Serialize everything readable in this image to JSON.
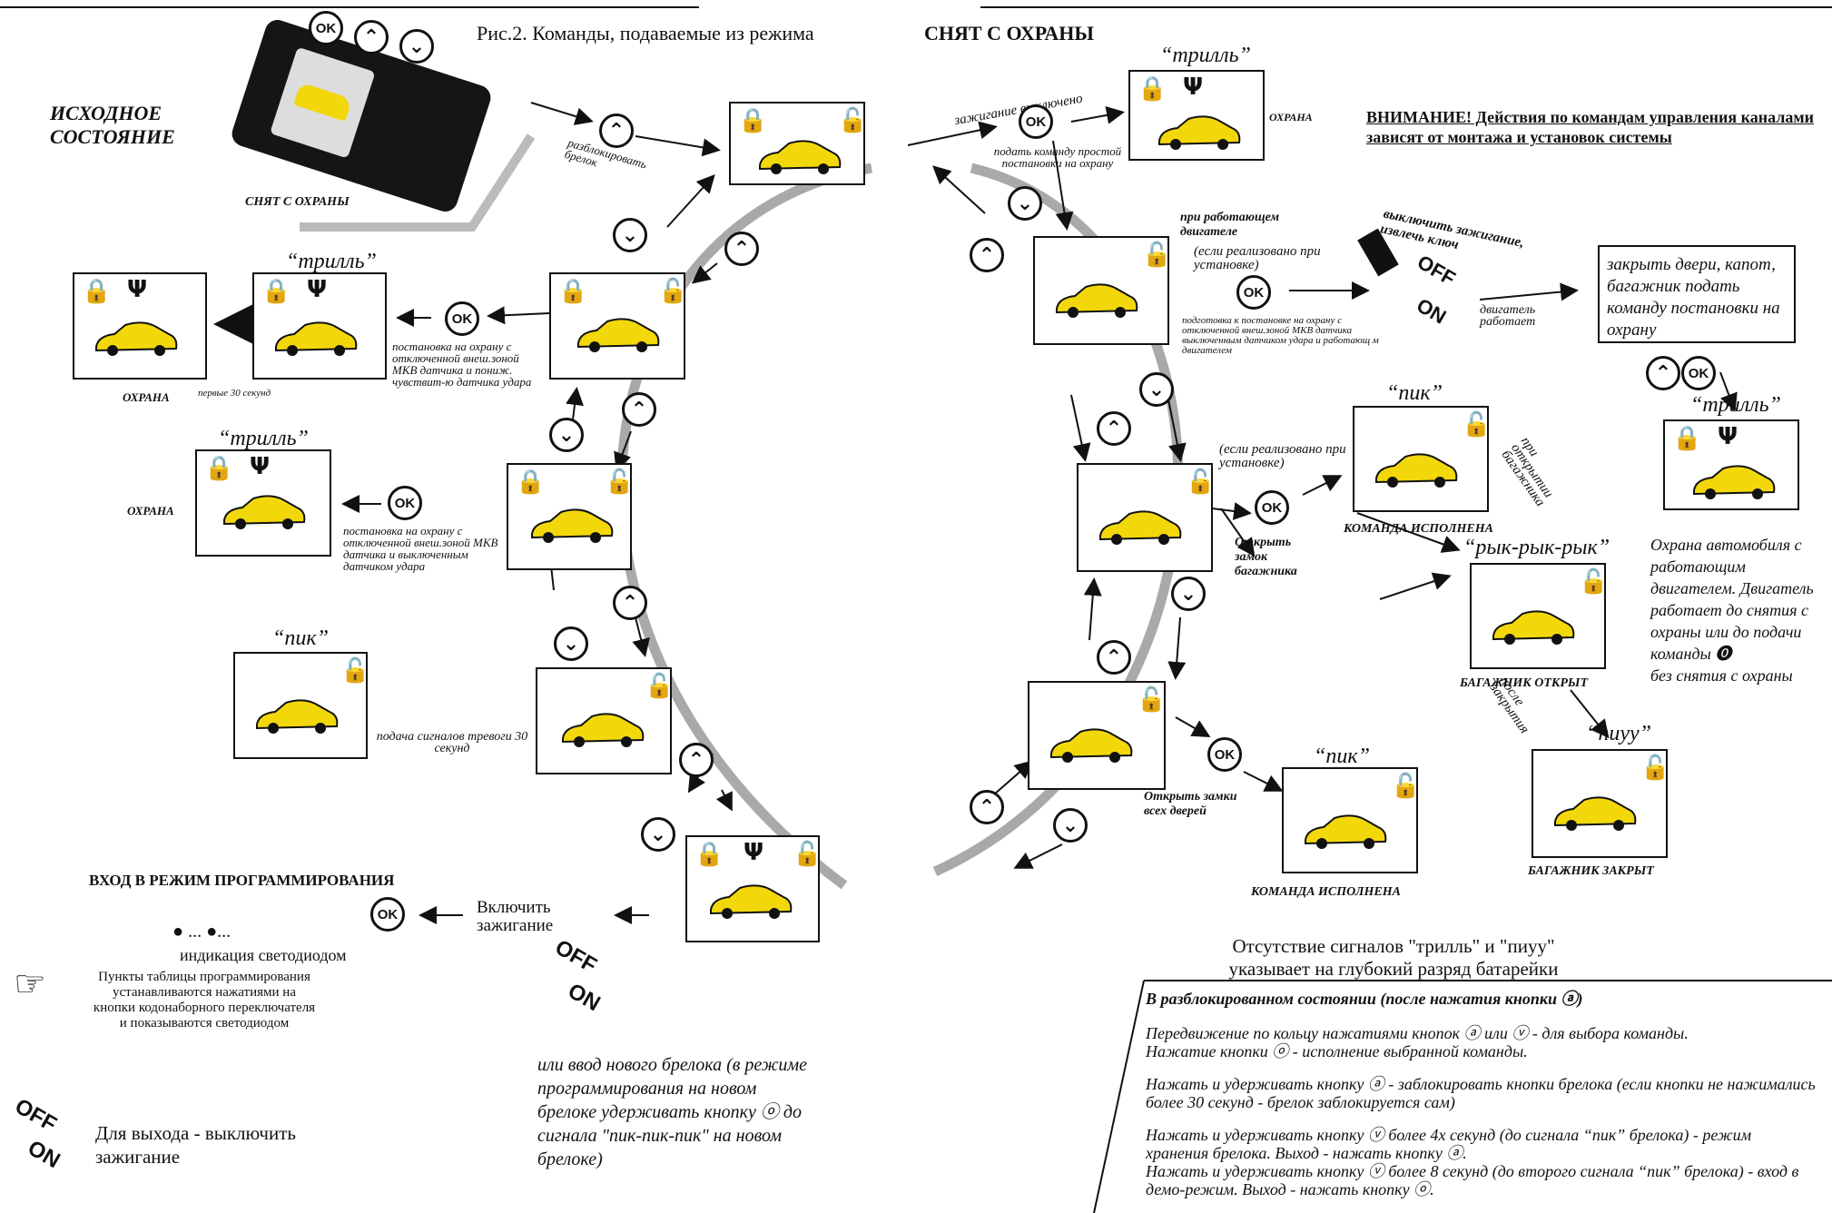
{
  "title": "Рис.2. Команды, подаваемые из режима",
  "title_right": "СНЯТ С ОХРАНЫ",
  "initial_state": "ИСХОДНОЕ СОСТОЯНИЕ",
  "fob_state": "СНЯТ С ОХРАНЫ",
  "warning": "ВНИМАНИЕ! Действия по командам управления каналами зависят от монтажа и установок системы",
  "signals": {
    "trill": "“трилль”",
    "pik": "“пик”",
    "ryk": "“рык-рык-рык”",
    "piuu": "“пиуу”"
  },
  "labels": {
    "unlock": "разблокировать брелок",
    "ign_off": "зажигание выключено",
    "simple_arm": "подать команду простой постановки на охрану",
    "engine_running": "при работающем двигателе",
    "if_impl": "(если реализовано при установке)",
    "prep_arm": "подготовка к постановке на охрану с отключенной внеш.зоной МКВ датчика выключенным датчиком удара и работающ м двигателем",
    "ign_off_key": "выключить зажигание, извлечь ключ",
    "engine_works": "двигатель работает",
    "close_doors": "закрыть двери, капот, багажник подать команду постановки на охрану",
    "guard_running": "Охрана автомобиля с работающим двигателем. Двигатель работает до снятия с охраны или до подачи команды",
    "without_disarm": "без снятия с охраны",
    "open_trunk": "Открыть замок багажника",
    "cmd_done": "КОМАНДА ИСПОЛНЕНА",
    "when_trunk_open": "при открытии багажника",
    "trunk_open": "БАГАЖНИК ОТКРЫТ",
    "after_close": "после закрытия",
    "trunk_closed": "БАГАЖНИК ЗАКРЫТ",
    "open_doors": "Открыть замки всех дверей",
    "guard": "ОХРАНА",
    "first30": "первые 30 секунд",
    "arm_reduced": "постановка на охрану с отключенной внеш.зоной МКВ датчика и пониж. чувствит-ю датчика удара",
    "arm_disabled": "постановка на охрану с отключенной внеш.зоной МКВ датчика и выключенным датчиком удара",
    "alarm30": "подача сигналов тревоги 30 секунд",
    "prog_mode": "ВХОД В РЕЖИМ ПРОГРАММИРОВАНИЯ",
    "ign_on": "Включить зажигание",
    "led_ind": "индикация светодиодом",
    "prog_items": "Пункты таблицы программирования устанавливаются нажатиями на кнопки кодонаборного переключателя и показываются светодиодом",
    "to_exit": "Для выхода - выключить зажигание",
    "new_fob": "или ввод нового брелока (в режиме программирования на новом брелоке удерживать кнопку",
    "new_fob2": "до сигнала \"пик-пик-пик\" на новом брелоке)",
    "no_signals": "Отсутствие сигналов \"трилль\" и \"пиуу\" указывает на глубокий разряд батарейки"
  },
  "notes": [
    "В разблокированном состоянии (после нажатия кнопки ⓐ)",
    "Передвижение по кольцу нажатиями кнопок ⓐ или ⓥ - для выбора команды.",
    "Нажатие кнопки ⓞ - исполнение выбранной команды.",
    "Нажать и удерживать кнопку ⓐ - заблокировать кнопки брелока (если кнопки не нажимались более 30 секунд - брелок заблокируется сам)",
    "Нажать и удерживать кнопку ⓥ более 4х секунд (до сигнала “пик” брелока) - режим хранения брелока. Выход - нажать кнопку ⓐ.",
    "Нажать и удерживать кнопку ⓥ более 8 секунд (до второго сигнала “пик” брелока) - вход в демо-режим. Выход - нажать кнопку ⓞ."
  ],
  "buttons": {
    "ok": "OK",
    "up": "⌃",
    "down": "⌄"
  },
  "colors": {
    "car": "#f2d80a",
    "ring": "#a9a9a9",
    "ink": "#111111"
  }
}
